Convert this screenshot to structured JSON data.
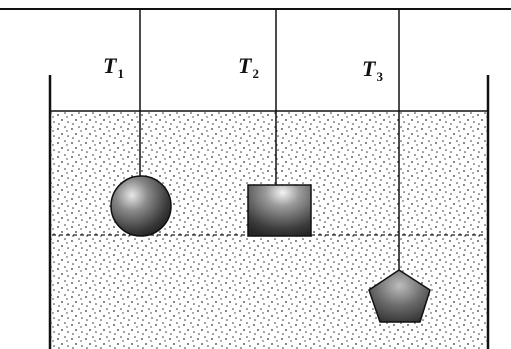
{
  "labels": {
    "t1": {
      "symbol": "T",
      "subscript": "1"
    },
    "t2": {
      "symbol": "T",
      "subscript": "2"
    },
    "t3": {
      "symbol": "T",
      "subscript": "3"
    }
  },
  "objects": [
    {
      "id": "sphere",
      "shape": "sphere",
      "string_label": "T1"
    },
    {
      "id": "cube",
      "shape": "cube",
      "string_label": "T2"
    },
    {
      "id": "pentagon",
      "shape": "star-pentagon",
      "string_label": "T3"
    }
  ],
  "colors": {
    "ink": "#111111",
    "liquid_dots": "#333333",
    "object_fill_dark": "#3a3a3a",
    "object_fill_light": "#d8d8d8"
  }
}
